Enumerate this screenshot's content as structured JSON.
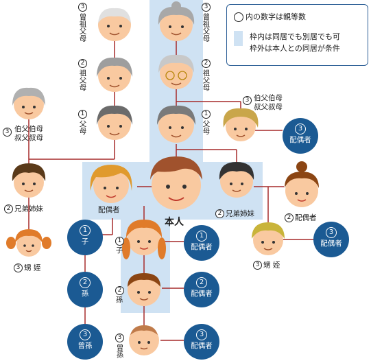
{
  "legend": {
    "circle_text": "内の数字は親等数",
    "area_line1": "枠内は同居でも別居でも可",
    "area_line2": "枠外は本人との同居が条件"
  },
  "persons": {
    "great_grandparent_left": {
      "num": "3",
      "label": "曾祖父母"
    },
    "grandparent_left": {
      "num": "2",
      "label": "祖父母"
    },
    "parent_left": {
      "num": "1",
      "label": "父母"
    },
    "uncle_aunt_left": {
      "num": "3",
      "label1": "伯父伯母",
      "label2": "叔父叔母"
    },
    "great_grandparent_right": {
      "num": "3",
      "label": "曾祖父母"
    },
    "grandparent_right": {
      "num": "2",
      "label": "祖父母"
    },
    "parent_right": {
      "num": "1",
      "label": "父母"
    },
    "uncle_aunt_right": {
      "num": "3",
      "label1": "伯父伯母",
      "label2": "叔父叔母"
    },
    "uncle_aunt_spouse": {
      "num": "3",
      "label": "配偶者"
    },
    "sibling_left": {
      "num": "2",
      "label": "兄弟姉妹"
    },
    "nephew_left": {
      "num": "3",
      "label": "甥 姪"
    },
    "spouse": {
      "label": "配偶者"
    },
    "self": {
      "label": "本人"
    },
    "sibling_right": {
      "num": "2",
      "label": "兄弟姉妹"
    },
    "sibling_spouse": {
      "num": "2",
      "label": "配偶者"
    },
    "nephew_right": {
      "num": "3",
      "label": "甥 姪"
    },
    "nephew_spouse": {
      "num": "3",
      "label": "配偶者"
    },
    "child": {
      "num": "1",
      "label": "子"
    },
    "child_spouse": {
      "num": "1",
      "label": "配偶者"
    },
    "grandchild": {
      "num": "2",
      "label": "孫"
    },
    "grandchild_spouse": {
      "num": "2",
      "label": "配偶者"
    },
    "great_grandchild": {
      "num": "3",
      "label": "曾孫"
    },
    "great_grandchild_spouse": {
      "num": "3",
      "label": "配偶者"
    },
    "spouse_child": {
      "num": "1",
      "label": "子"
    },
    "spouse_grandchild": {
      "num": "2",
      "label": "孫"
    },
    "spouse_great_grandchild": {
      "num": "3",
      "label": "曾孫"
    }
  },
  "colors": {
    "line": "#a52a2a",
    "area": "#cfe2f3",
    "badge": "#1b5a93",
    "border": "#2a5d95"
  }
}
